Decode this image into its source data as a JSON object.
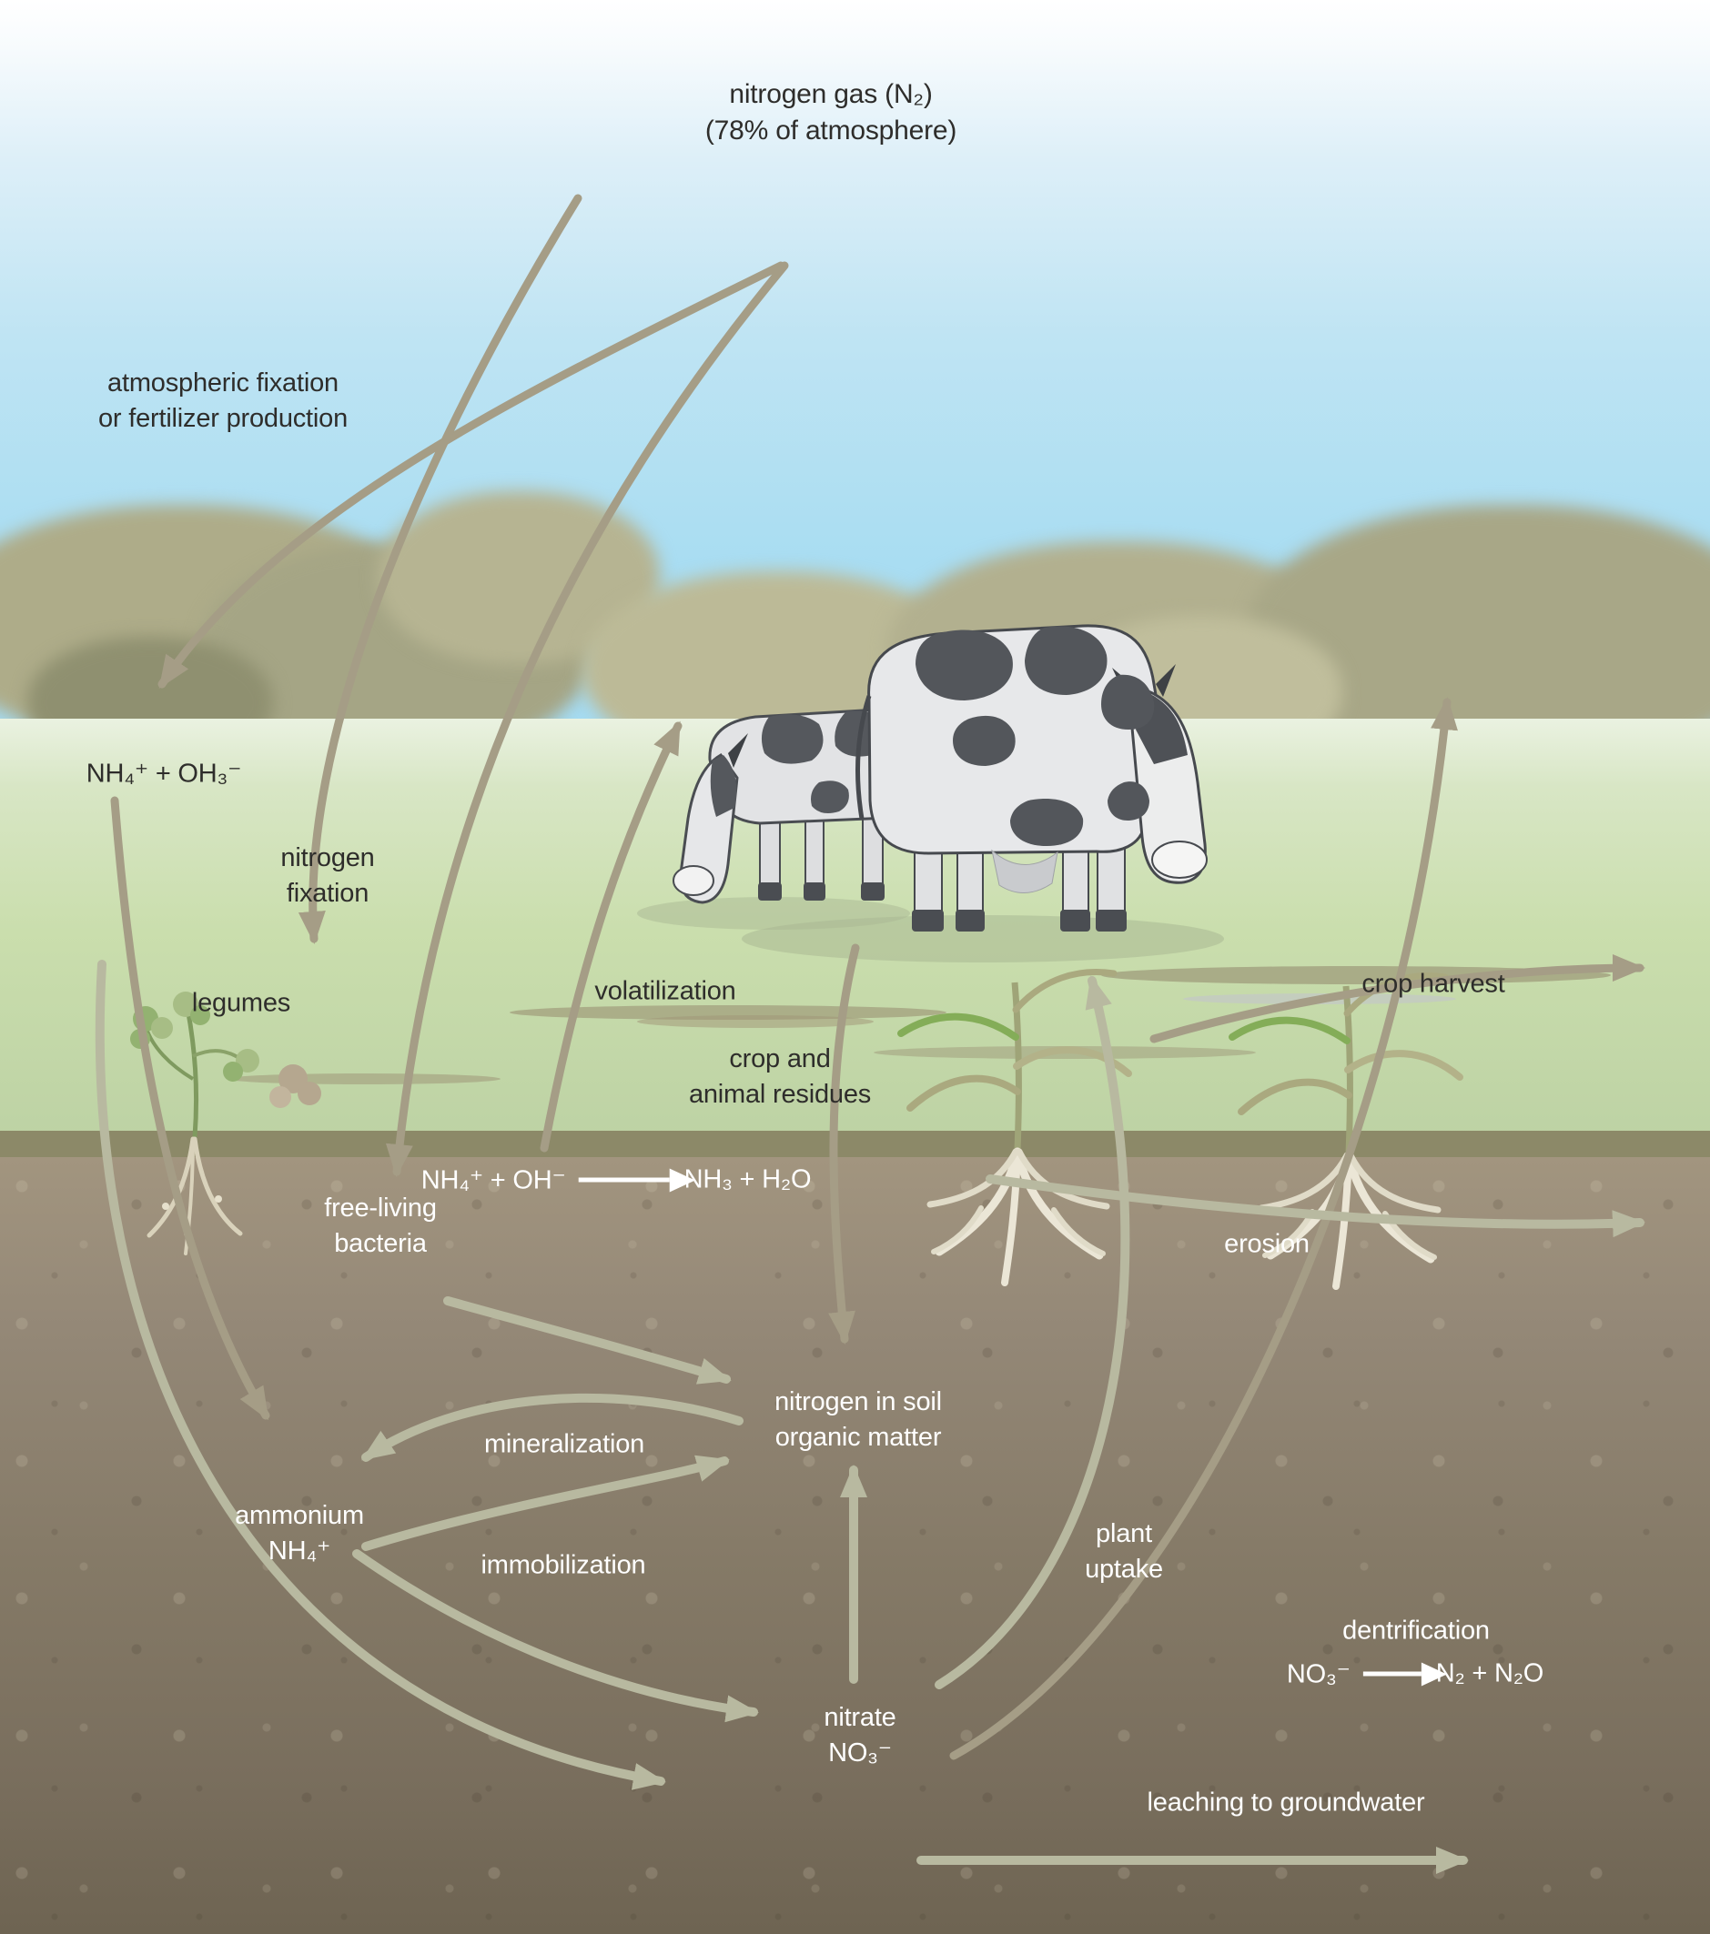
{
  "title": {
    "text": "nitrogen gas (N₂)\n(78% of atmosphere)"
  },
  "labels": {
    "atmospheric_fixation": "atmospheric fixation\nor fertilizer production",
    "ammonium_hydroxide": "NH₄⁺ + OH₃⁻",
    "nitrogen_fixation": "nitrogen\nfixation",
    "legumes": "legumes",
    "volatilization": "volatilization",
    "crop_residues": "crop and\nanimal residues",
    "crop_harvest": "crop harvest",
    "free_living_bacteria": "free-living\nbacteria",
    "erosion": "erosion",
    "nitrogen_in_soil": "nitrogen in soil\norganic matter",
    "mineralization": "mineralization",
    "ammonium": "ammonium\nNH₄⁺",
    "immobilization": "immobilization",
    "plant_uptake": "plant\nuptake",
    "dentrification": "dentrification",
    "nitrate": "nitrate\nNO₃⁻",
    "leaching": "leaching to groundwater"
  },
  "equations": {
    "volatilization_reaction": {
      "lhs": "NH₄⁺ + OH⁻",
      "rhs": "NH₃ + H₂O"
    },
    "denitrification_reaction": {
      "lhs": "NO₃⁻",
      "rhs": "N₂ + N₂O"
    }
  },
  "colors": {
    "sky_blue": "#a8dcf2",
    "grass_green": "#cadead",
    "soil_light": "#a2957f",
    "soil_dark": "#6e6452",
    "arrow_tan": "#a59d86",
    "arrow_sage": "#b8b9a0",
    "text_dark": "#2e2d2b",
    "text_light": "#ffffff"
  }
}
